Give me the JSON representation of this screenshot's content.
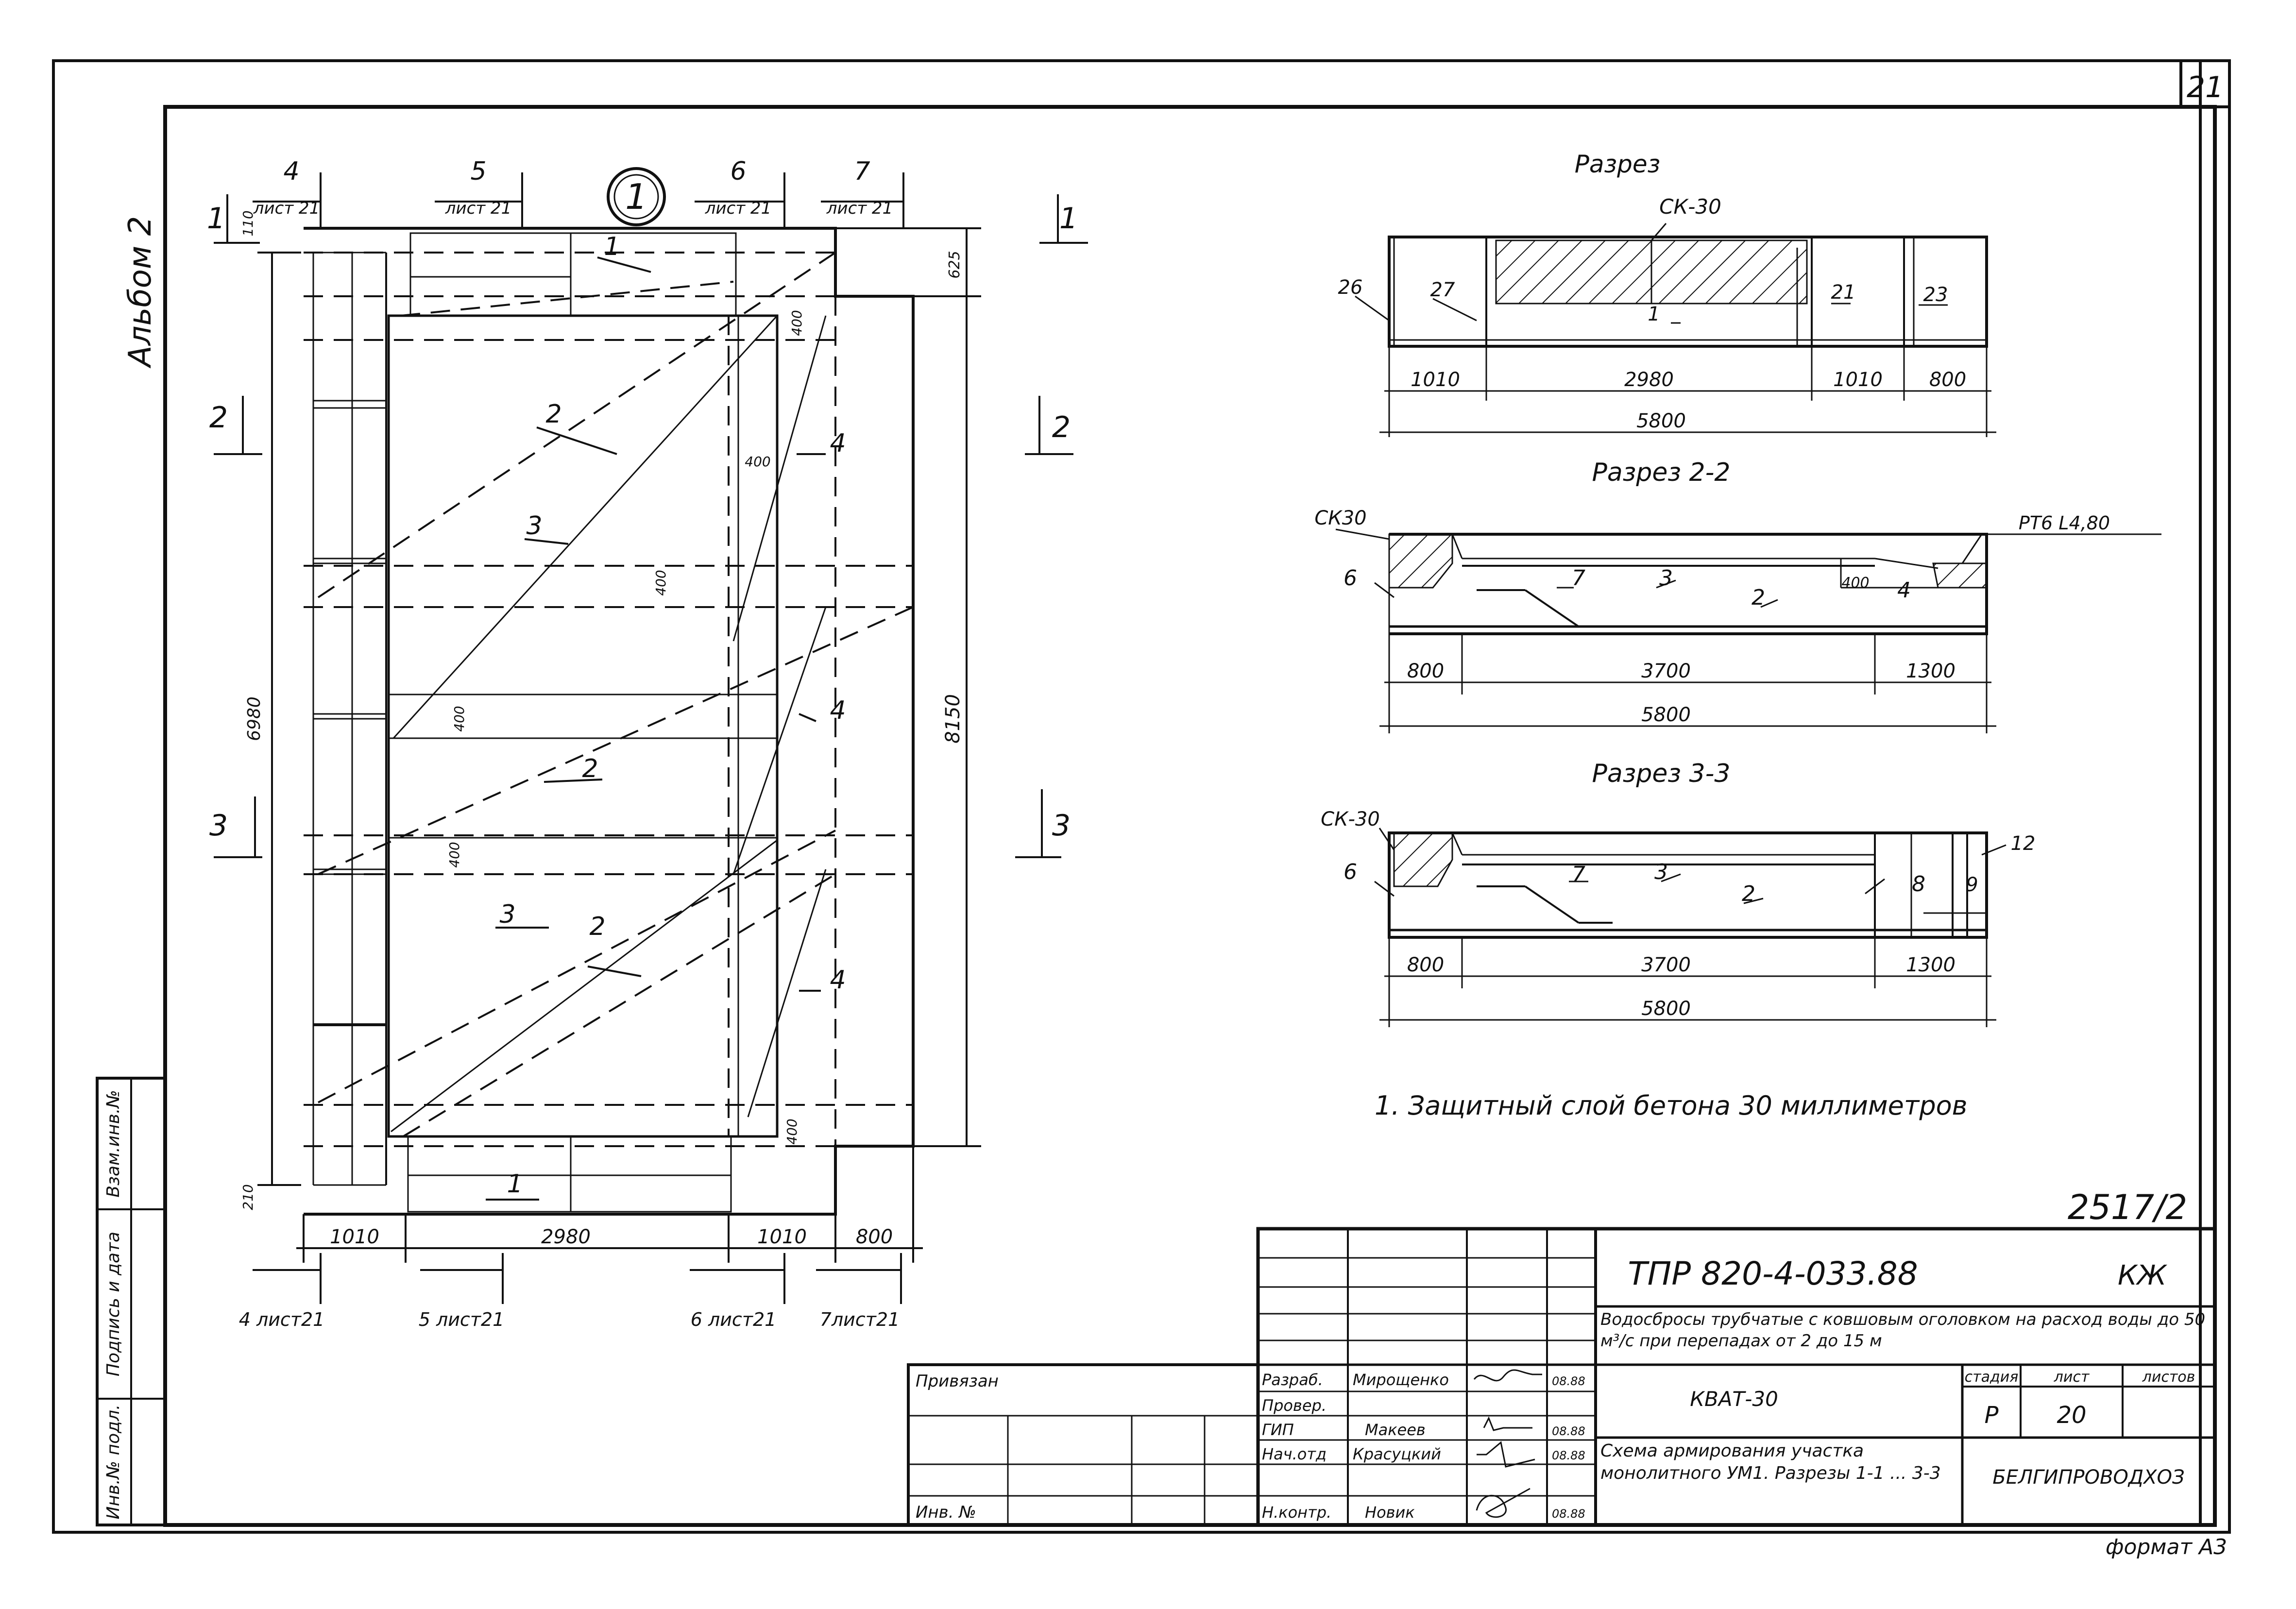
{
  "sheet": {
    "number": "21",
    "album": "Альбом 2",
    "series_code": "2517/2",
    "format": "формат А3",
    "note": "1. Защитный слой бетона 30 миллиметров"
  },
  "side_stamp": {
    "inv_podl": "Инв.№ подл.",
    "podpis_data": "Подпись и дата",
    "vzam_inv": "Взам.инв.№"
  },
  "plan": {
    "circle_label": "1",
    "section_marks_top": [
      "4",
      "5",
      "6",
      "7"
    ],
    "section_marks_top_sheet": "лист 21",
    "section_marks_bottom": [
      "4 лист21",
      "5 лист21",
      "6 лист21",
      "7лист21"
    ],
    "section_cuts": [
      "1",
      "2",
      "3"
    ],
    "bar_labels": [
      "1",
      "2",
      "3",
      "4"
    ],
    "dim_bottom": [
      "1010",
      "2980",
      "1010",
      "800"
    ],
    "dim_left_height": "6980",
    "dim_right_height": "8150",
    "dim_top_right": "625",
    "dim_top_left": "110",
    "dim_bottom_left": "210",
    "dim_400": "400"
  },
  "section_a": {
    "title": "Разрез",
    "labels": [
      "СК-30",
      "26",
      "27",
      "21",
      "23"
    ],
    "dims": [
      "1010",
      "2980",
      "1010",
      "800"
    ],
    "total": "5800"
  },
  "section_b": {
    "title": "Разрез 2-2",
    "labels": [
      "СК30",
      "РТ6 L4,80",
      "6",
      "7",
      "3",
      "2",
      "4",
      "400"
    ],
    "dims": [
      "800",
      "3700",
      "1300"
    ],
    "total": "5800"
  },
  "section_c": {
    "title": "Разрез 3-3",
    "labels": [
      "СК-30",
      "6",
      "7",
      "3",
      "2",
      "8",
      "9",
      "12"
    ],
    "dims": [
      "800",
      "3700",
      "1300"
    ],
    "total": "5800"
  },
  "title_block": {
    "doc_code": "ТПР 820-4-033.88",
    "mark": "КЖ",
    "project": "Водосбросы трубчатые с ковшовым оголовком на расход воды до 50 м³/с при перепадах от 2 до 15 м",
    "object": "КВАТ-30",
    "drawing_title": "Схема армирования участка монолитного УМ1. Разрезы 1-1 ... 3-3",
    "organization": "БЕЛГИПРОВОДХОЗ",
    "stage_header": "стадия",
    "sheet_header": "лист",
    "sheets_header": "листов",
    "stage": "Р",
    "sheet": "20",
    "privyazan": "Привязан",
    "inv_no": "Инв. №",
    "signers": [
      {
        "role": "Разраб.",
        "name": "Мирощенко",
        "date": "08.88"
      },
      {
        "role": "Провер.",
        "name": "",
        "date": ""
      },
      {
        "role": "ГИП",
        "name": "Макеев",
        "date": "08.88"
      },
      {
        "role": "Нач.отд",
        "name": "Красуцкий",
        "date": "08.88"
      },
      {
        "role": "Н.контр.",
        "name": "Новик",
        "date": "08.88"
      }
    ]
  }
}
